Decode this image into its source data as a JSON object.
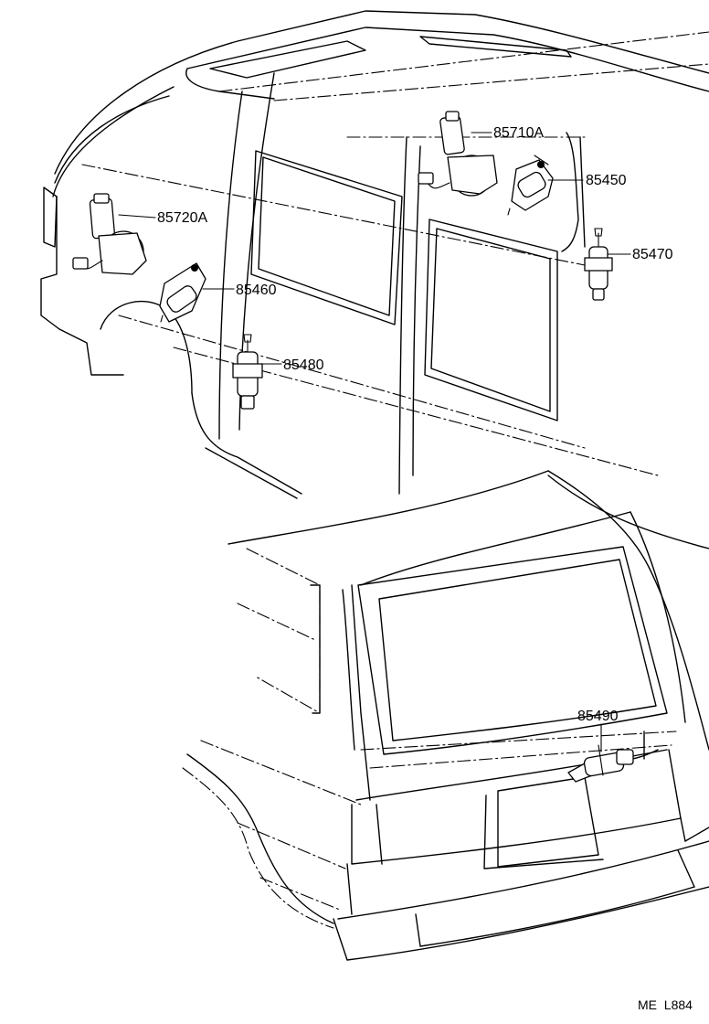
{
  "parts": [
    {
      "id": "85710A"
    },
    {
      "id": "85450"
    },
    {
      "id": "85720A"
    },
    {
      "id": "85470"
    },
    {
      "id": "85460"
    },
    {
      "id": "85480"
    },
    {
      "id": "85490"
    }
  ],
  "figure_code": "ME  L884"
}
